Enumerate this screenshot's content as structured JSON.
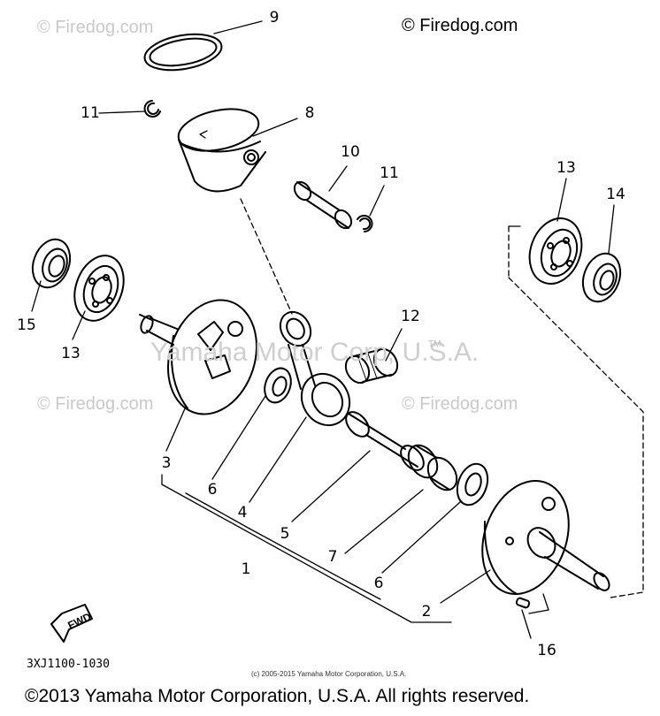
{
  "watermarks": {
    "top_right": "© Firedog.com",
    "top_left": "© Firedog.com",
    "mid_left": "© Firedog.com",
    "mid_right": "© Firedog.com",
    "center": "Yamaha Motor Corp, U.S.A.",
    "trademark": "TM"
  },
  "callouts": {
    "c1": "1",
    "c2": "2",
    "c3": "3",
    "c4": "4",
    "c5": "5",
    "c6a": "6",
    "c6b": "6",
    "c7": "7",
    "c8": "8",
    "c9": "9",
    "c10": "10",
    "c11a": "11",
    "c11b": "11",
    "c12": "12",
    "c13a": "13",
    "c13b": "13",
    "c14": "14",
    "c15": "15",
    "c16": "16"
  },
  "fwd_label": "FWD",
  "diagram_code": "3XJ1100-1030",
  "small_copyright": "(c) 2005-2015 Yamaha Motor Corporation, U.S.A.",
  "footer_copyright": "©2013 Yamaha Motor Corporation, U.S.A. All rights reserved."
}
